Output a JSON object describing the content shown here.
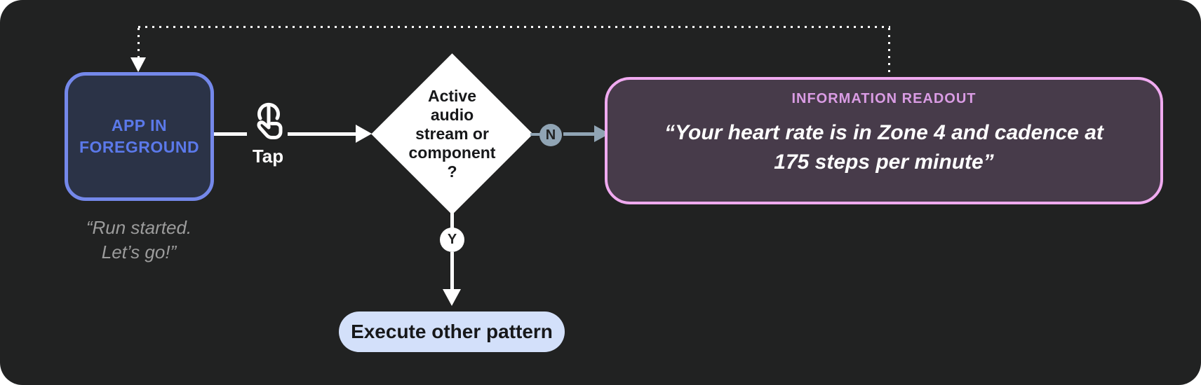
{
  "flow": {
    "app_node": {
      "label": "APP IN\nFOREGROUND",
      "caption": "“Run started.\nLet’s go!”"
    },
    "tap": {
      "label": "Tap",
      "icon": "tap-gesture-icon"
    },
    "decision": {
      "label": "Active\naudio\nstream or\ncomponent\n?"
    },
    "branch_no": {
      "badge": "N"
    },
    "branch_yes": {
      "badge": "Y"
    },
    "readout_node": {
      "title": "INFORMATION READOUT",
      "quote": "“Your heart rate is in Zone 4 and cadence at\n175 steps per minute”"
    },
    "execute_node": {
      "label": "Execute other pattern"
    }
  },
  "colors": {
    "panel_bg": "#212222",
    "app_border": "#7488ea",
    "app_fill": "#2b3347",
    "app_text": "#5b79ea",
    "caption_gray": "#9c9c9c",
    "no_branch": "#90a4b4",
    "readout_border": "#f0aaf0",
    "readout_fill": "#473b4a",
    "readout_title": "#da9ce4",
    "pill_bg": "#d3e0fa",
    "white": "#ffffff"
  }
}
